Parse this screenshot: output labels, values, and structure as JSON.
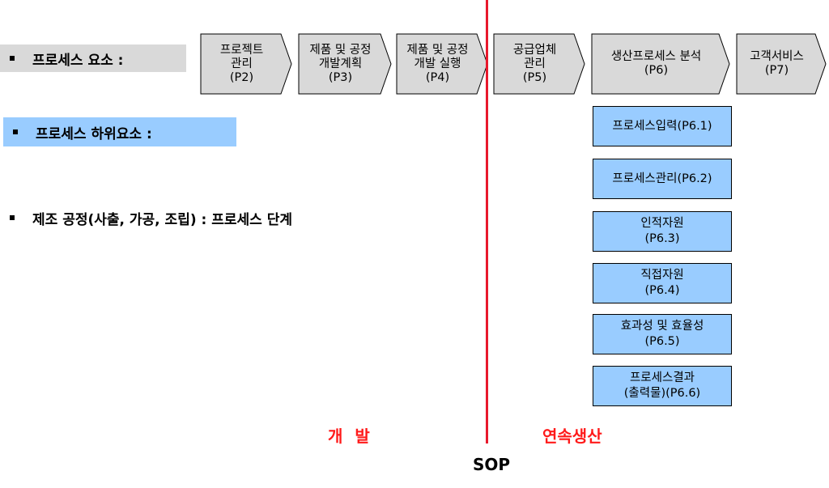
{
  "legend": {
    "process_elements": "프로세스 요소 :",
    "process_sub_elements": "프로세스 하위요소 :",
    "manufacturing_stage": "제조 공정(사출, 가공, 조립) : 프로세스 단계"
  },
  "process_steps": [
    {
      "lines": [
        "프로젝트",
        "관리",
        "(P2)"
      ]
    },
    {
      "lines": [
        "제품 및 공정",
        "개발계획",
        "(P3)"
      ]
    },
    {
      "lines": [
        "제품 및 공정",
        "개발 실행",
        "(P4)"
      ]
    },
    {
      "lines": [
        "공급업체",
        "관리",
        "(P5)"
      ]
    },
    {
      "lines": [
        "생산프로세스 분석",
        "(P6)"
      ]
    },
    {
      "lines": [
        "고객서비스",
        "(P7)"
      ]
    }
  ],
  "sub_elements": [
    {
      "lines": [
        "프로세스입력(P6.1)"
      ]
    },
    {
      "lines": [
        "프로세스관리(P6.2)"
      ]
    },
    {
      "lines": [
        "인적자원",
        "(P6.3)"
      ]
    },
    {
      "lines": [
        "직접자원",
        "(P6.4)"
      ]
    },
    {
      "lines": [
        "효과성 및 효율성",
        "(P6.5)"
      ]
    },
    {
      "lines": [
        "프로세스결과",
        "(출력물)(P6.6)"
      ]
    }
  ],
  "phases": {
    "development": "개 발",
    "mass_production": "연속생산",
    "sop": "SOP"
  },
  "colors": {
    "step_fill": "#d9d9d9",
    "sub_fill": "#99ccff",
    "sop_line": "#e8192c",
    "phase_text": "#ff1a1a"
  }
}
